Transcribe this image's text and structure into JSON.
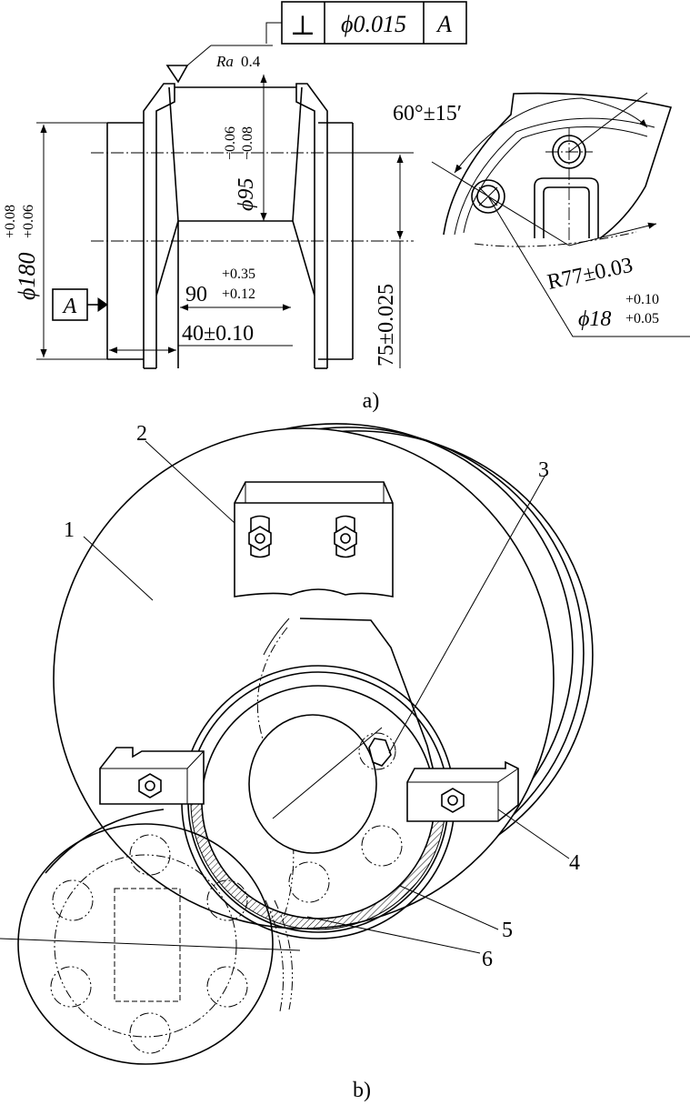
{
  "figure_a": {
    "caption": "a)",
    "feature_control": {
      "symbol": "⊥",
      "tolerance": "ϕ0.015",
      "datum": "A"
    },
    "roughness": {
      "prefix": "Ra",
      "value": "0.4"
    },
    "dim_bore_dia": {
      "base": "ϕ95",
      "upper": "−0.06",
      "lower": "−0.08"
    },
    "dim_outer_dia": {
      "base": "ϕ180",
      "upper": "+0.08",
      "lower": "+0.06"
    },
    "dim_width": {
      "base": "90",
      "upper": "+0.35",
      "lower": "+0.12"
    },
    "dim_offset": "40±0.10",
    "dim_height": "75±0.025",
    "datum_label": "A",
    "dim_angle": "60°±15′",
    "dim_radius": "R77±0.03",
    "dim_hole": {
      "base": "ϕ18",
      "upper": "+0.10",
      "lower": "+0.05"
    }
  },
  "figure_b": {
    "caption": "b)",
    "callouts": [
      "1",
      "2",
      "3",
      "4",
      "5",
      "6"
    ]
  }
}
